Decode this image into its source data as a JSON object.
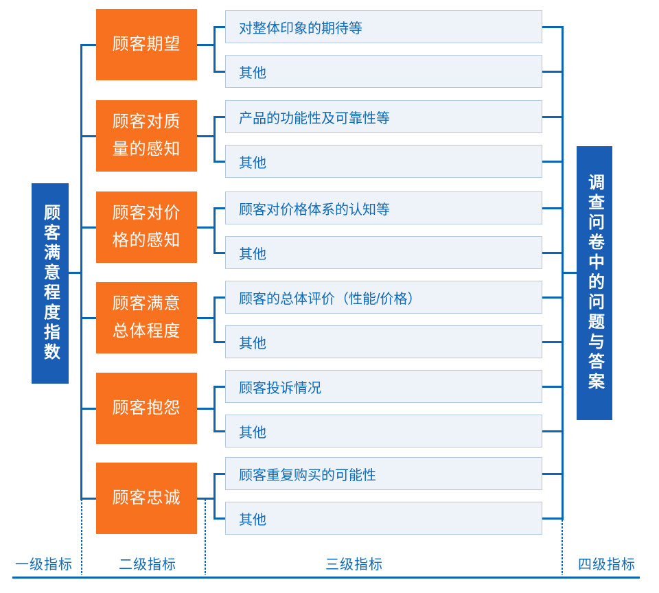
{
  "diagram": {
    "level1_label": "顾客满意程度指数",
    "level4_label": "调查问卷中的问题与答案",
    "groups": [
      {
        "level2": "顾客期望",
        "item": "对整体印象的期待等",
        "other": "其他"
      },
      {
        "level2": "顾客对质\n量的感知",
        "item": "产品的功能性及可靠性等",
        "other": "其他"
      },
      {
        "level2": "顾客对价\n格的感知",
        "item": "顾客对价格体系的认知等",
        "other": "其他"
      },
      {
        "level2": "顾客满意\n总体程度",
        "item": "顾客的总体评价（性能/价格）",
        "other": "其他"
      },
      {
        "level2": "顾客抱怨",
        "item": "顾客投诉情况",
        "other": "其他"
      },
      {
        "level2": "顾客忠诚",
        "item": "顾客重复购买的可能性",
        "other": "其他"
      }
    ],
    "footer_labels": [
      "一级指标",
      "二级指标",
      "三级指标",
      "四级指标"
    ],
    "colors": {
      "orange": "#F7711F",
      "blue": "#1A5DB5",
      "line": "#0B64B4",
      "light_fill": "#EEF3FA",
      "light_border": "#B3C9E1",
      "text_blue": "#0E6ABB"
    }
  }
}
